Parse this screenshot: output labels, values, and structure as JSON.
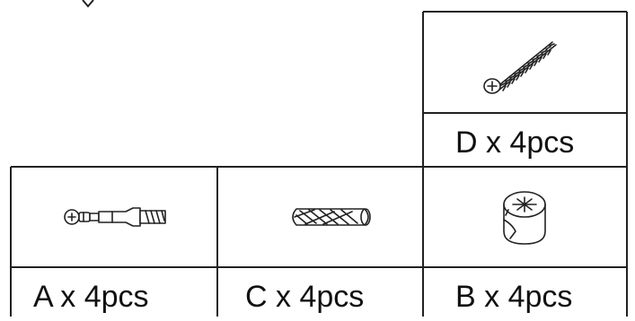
{
  "parts": [
    {
      "id": "D",
      "label": "D x 4pcs",
      "icon": "wood-screw-icon"
    },
    {
      "id": "A",
      "label": "A x 4pcs",
      "icon": "cam-bolt-icon"
    },
    {
      "id": "C",
      "label": "C x 4pcs",
      "icon": "wooden-dowel-icon"
    },
    {
      "id": "B",
      "label": "B x 4pcs",
      "icon": "cam-lock-nut-icon"
    }
  ]
}
